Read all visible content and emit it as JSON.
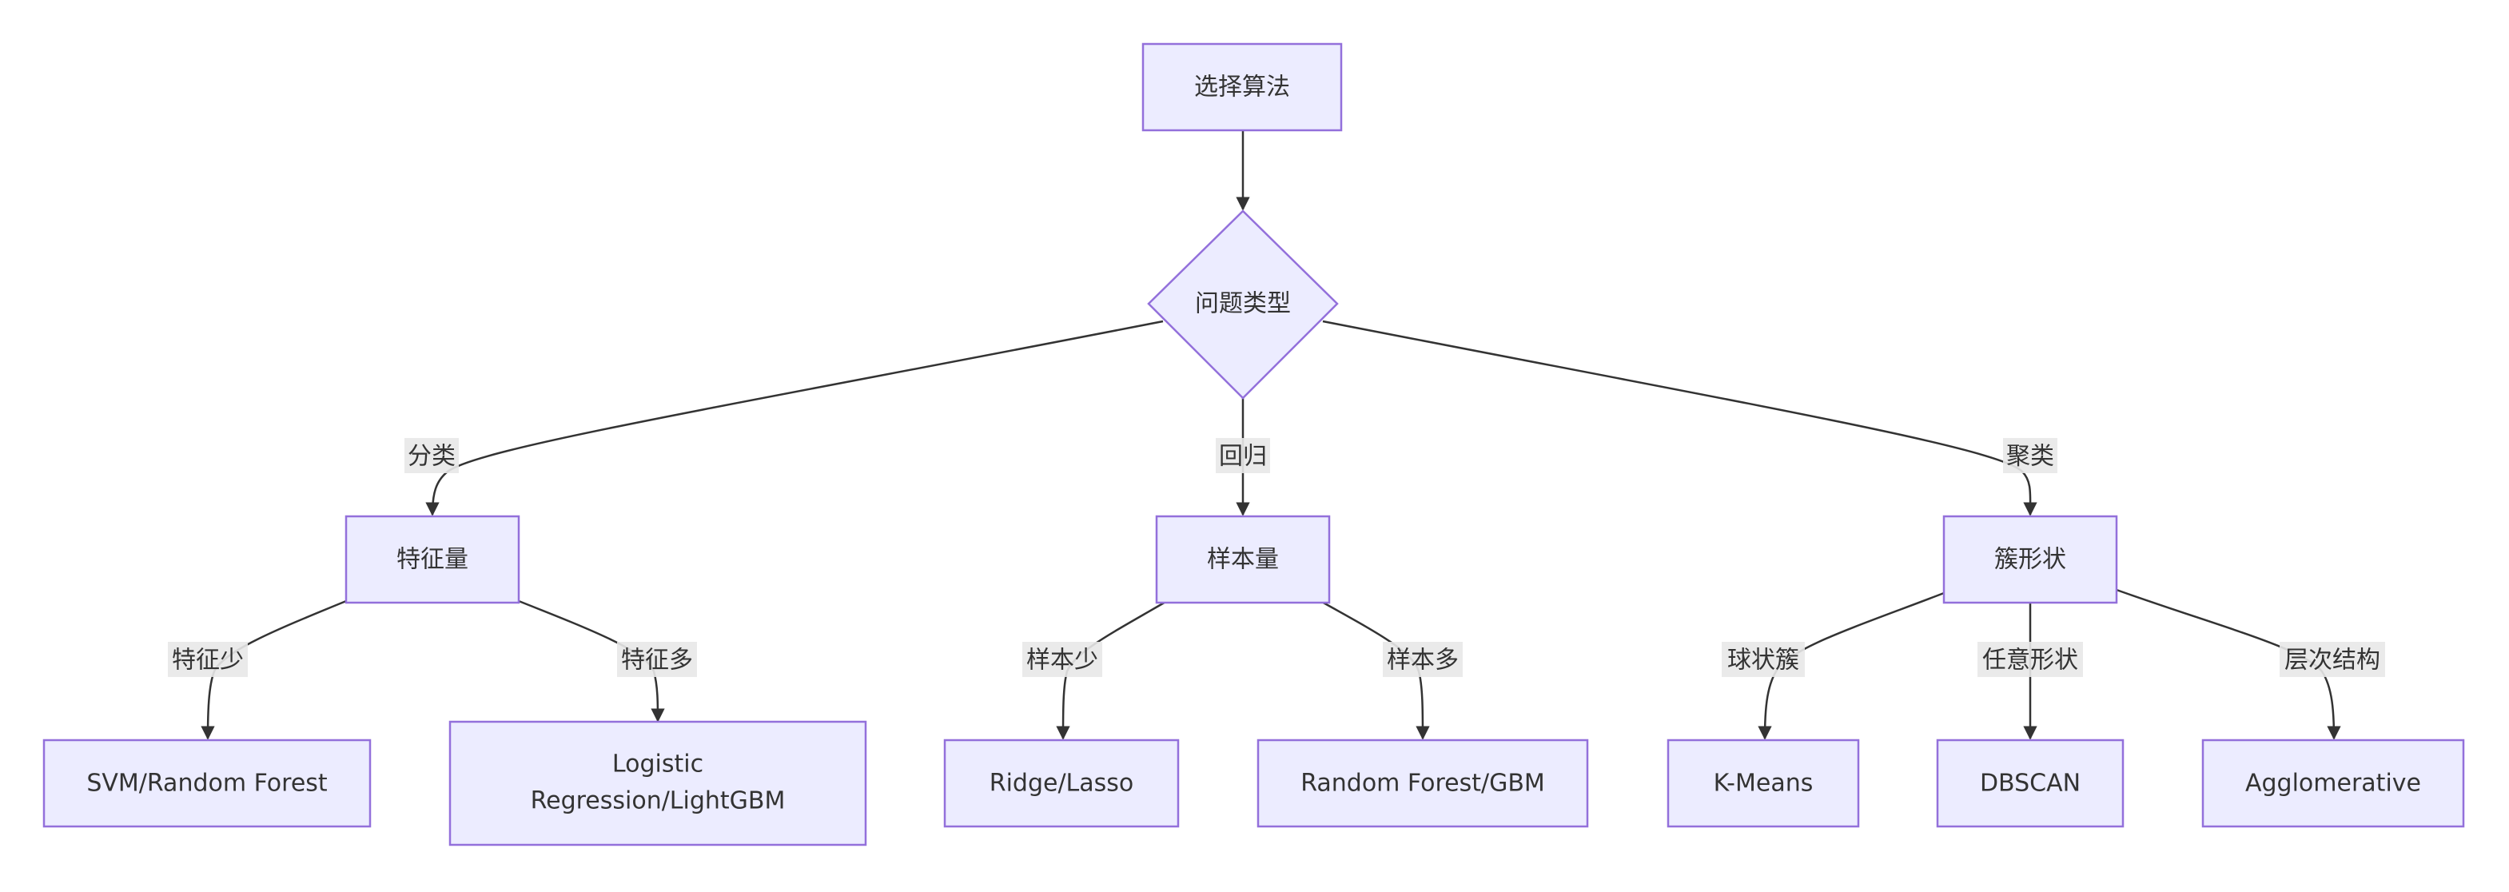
{
  "nodes": {
    "start": "选择算法",
    "problem_type": "问题类型",
    "feature_count": "特征量",
    "sample_size": "样本量",
    "cluster_shape": "簇形状",
    "svm_rf": "SVM/Random Forest",
    "logistic_line1": "Logistic",
    "logistic_line2": "Regression/LightGBM",
    "ridge_lasso": "Ridge/Lasso",
    "rf_gbm": "Random Forest/GBM",
    "kmeans": "K-Means",
    "dbscan": "DBSCAN",
    "agglomerative": "Agglomerative"
  },
  "edge_labels": {
    "classification": "分类",
    "regression": "回归",
    "clustering": "聚类",
    "few_features": "特征少",
    "many_features": "特征多",
    "few_samples": "样本少",
    "many_samples": "样本多",
    "spherical": "球状簇",
    "arbitrary": "任意形状",
    "hierarchical": "层次结构"
  }
}
